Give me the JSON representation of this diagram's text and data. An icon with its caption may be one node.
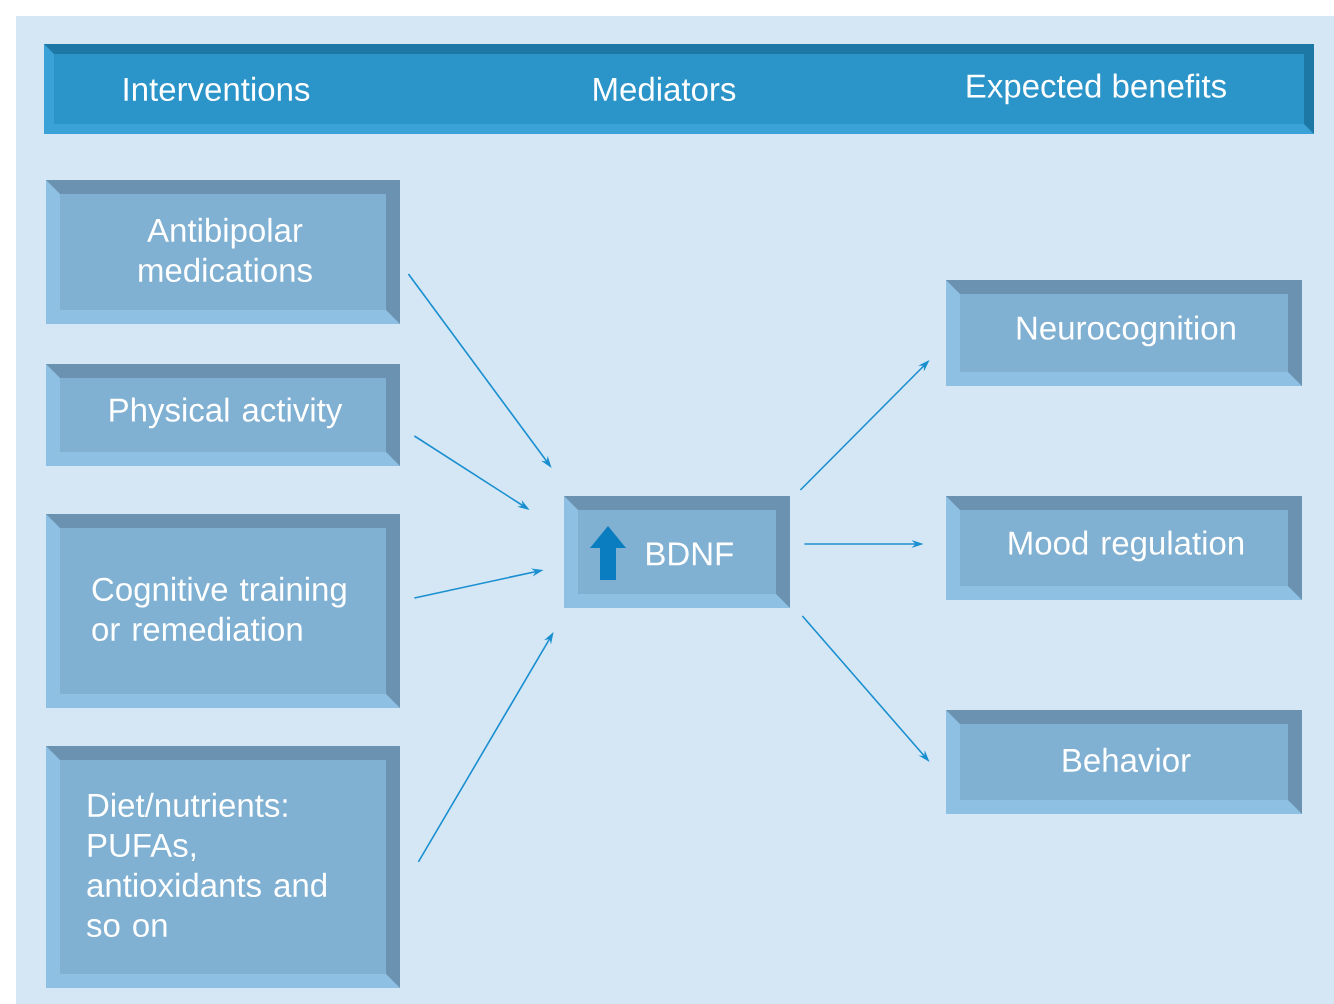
{
  "diagram": {
    "nodes": [
      {
        "text": [
          "Interventions",
          "Mediators",
          "Expected benefits"
        ]
      },
      {
        "text": [
          "Antibipolar medications"
        ]
      },
      {
        "text": [
          "Physical activity"
        ]
      },
      {
        "text": [
          "Cognitive training or remediation"
        ]
      },
      {
        "text": [
          "Diet/nutrients: PUFAs, antioxidants and so on"
        ]
      },
      {
        "text": [
          "BDNF"
        ]
      },
      {
        "text": [
          "Neurocognition"
        ]
      },
      {
        "text": [
          "Mood regulation"
        ]
      },
      {
        "text": [
          "Behavior"
        ]
      }
    ],
    "edges": [
      {
        "from": 1,
        "to": 5,
        "arrow": "to"
      },
      {
        "from": 2,
        "to": 5,
        "arrow": "to"
      },
      {
        "from": 3,
        "to": 5,
        "arrow": "to"
      },
      {
        "from": 4,
        "to": 5,
        "arrow": "to"
      },
      {
        "from": 5,
        "to": 6,
        "arrow": "to"
      },
      {
        "from": 5,
        "to": 7,
        "arrow": "to"
      },
      {
        "from": 5,
        "to": 8,
        "arrow": "to"
      }
    ]
  }
}
